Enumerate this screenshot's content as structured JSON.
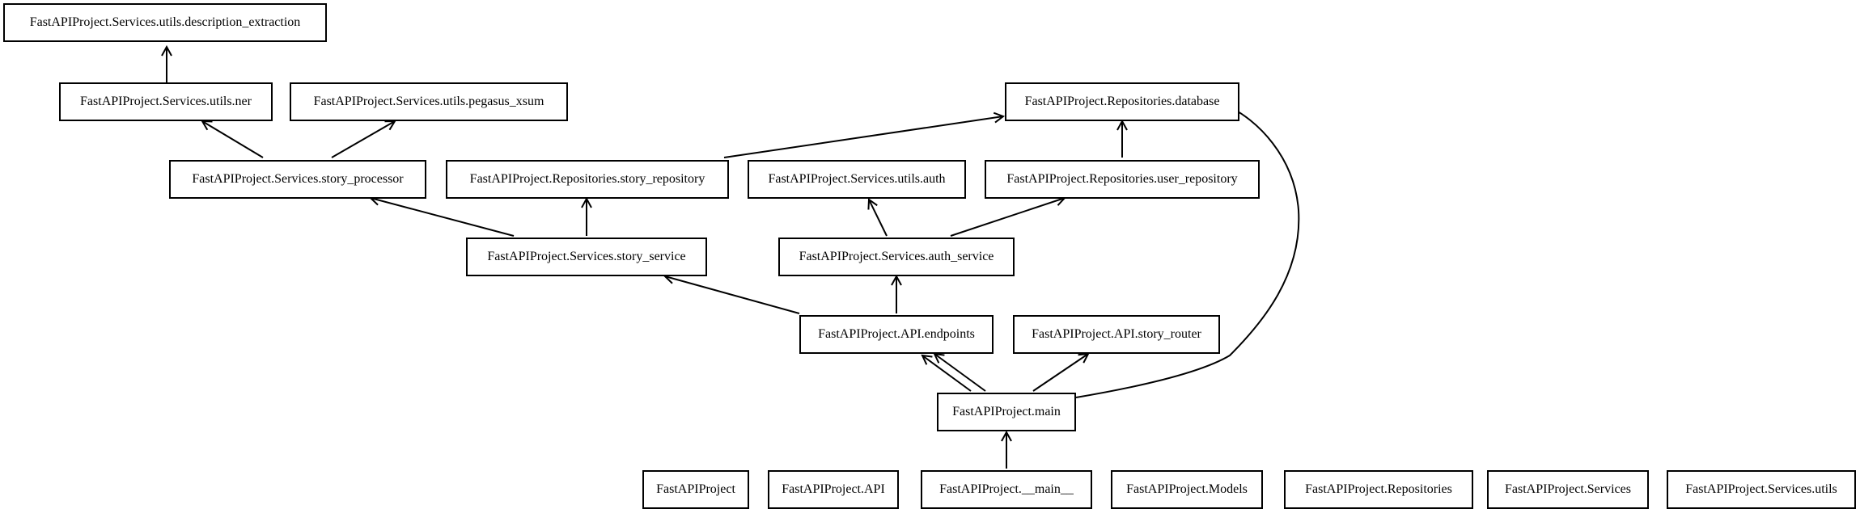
{
  "nodes": {
    "desc_extraction": "FastAPIProject.Services.utils.description_extraction",
    "ner": "FastAPIProject.Services.utils.ner",
    "pegasus": "FastAPIProject.Services.utils.pegasus_xsum",
    "database": "FastAPIProject.Repositories.database",
    "story_processor": "FastAPIProject.Services.story_processor",
    "story_repository": "FastAPIProject.Repositories.story_repository",
    "utils_auth": "FastAPIProject.Services.utils.auth",
    "user_repository": "FastAPIProject.Repositories.user_repository",
    "story_service": "FastAPIProject.Services.story_service",
    "auth_service": "FastAPIProject.Services.auth_service",
    "endpoints": "FastAPIProject.API.endpoints",
    "story_router": "FastAPIProject.API.story_router",
    "main": "FastAPIProject.main",
    "pkg": "FastAPIProject",
    "api": "FastAPIProject.API",
    "dunder_main": "FastAPIProject.__main__",
    "models": "FastAPIProject.Models",
    "repositories": "FastAPIProject.Repositories",
    "services": "FastAPIProject.Services",
    "services_utils": "FastAPIProject.Services.utils"
  },
  "edges": [
    {
      "from": "ner",
      "to": "desc_extraction"
    },
    {
      "from": "story_processor",
      "to": "ner"
    },
    {
      "from": "story_processor",
      "to": "pegasus"
    },
    {
      "from": "story_repository",
      "to": "database"
    },
    {
      "from": "user_repository",
      "to": "database"
    },
    {
      "from": "story_service",
      "to": "story_processor"
    },
    {
      "from": "story_service",
      "to": "story_repository"
    },
    {
      "from": "auth_service",
      "to": "utils_auth"
    },
    {
      "from": "auth_service",
      "to": "user_repository"
    },
    {
      "from": "endpoints",
      "to": "story_service"
    },
    {
      "from": "endpoints",
      "to": "auth_service"
    },
    {
      "from": "main",
      "to": "endpoints"
    },
    {
      "from": "main",
      "to": "endpoints"
    },
    {
      "from": "main",
      "to": "story_router"
    },
    {
      "from": "main",
      "to": "database"
    },
    {
      "from": "dunder_main",
      "to": "main"
    }
  ]
}
